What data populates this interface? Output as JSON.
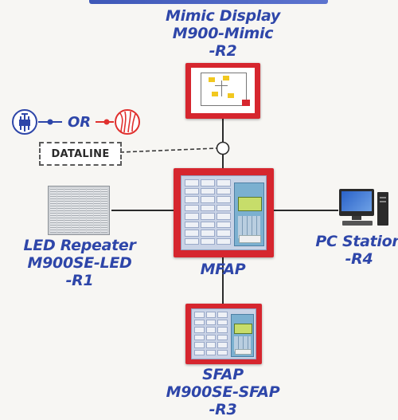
{
  "nodes": {
    "mimic": {
      "line1": "Mimic Display",
      "line2": "M900-Mimic",
      "line3": "-R2"
    },
    "mfap": {
      "label": "MFAP"
    },
    "led_repeater": {
      "line1": "LED Repeater",
      "line2": "M900SE-LED",
      "line3": "-R1"
    },
    "pc_station": {
      "line1": "PC Station",
      "line2": "-R4"
    },
    "sfap": {
      "line1": "SFAP",
      "line2": "M900SE-SFAP",
      "line3": "-R3"
    }
  },
  "connection": {
    "or_label": "OR",
    "dataline_label": "DATALINE",
    "copper_icon": "copper-cable-icon",
    "fiber_icon": "fiber-optic-cable-icon"
  },
  "colors": {
    "label_blue": "#2e46a9",
    "panel_red": "#d6262e",
    "fiber_red": "#e0312f",
    "line_dark": "#2b2b2b"
  }
}
